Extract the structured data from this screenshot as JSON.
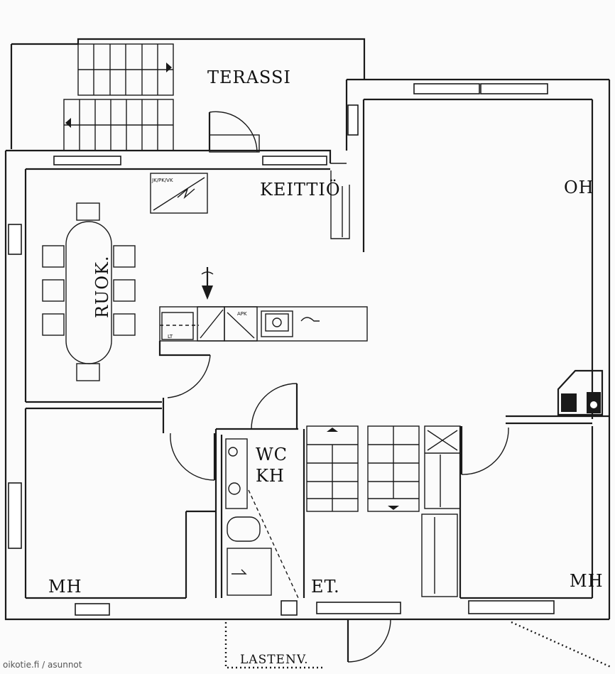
{
  "rooms": {
    "terassi": "TERASSI",
    "keittio": "KEITTIÖ",
    "oh": "OH",
    "ruok": "RUOK.",
    "wc_line1": "WC",
    "wc_line2": "KH",
    "mh_left": "MH",
    "mh_right": "MH",
    "et": "ET.",
    "lastenv": "LASTENV."
  },
  "appliance_labels": {
    "fridge": "JK/PK/VK",
    "dishwasher": "APK",
    "hob": "LT"
  },
  "watermark": "oikotie.fi / asunnot",
  "colors": {
    "line": "#1a1a1a",
    "paper": "#fbfbfb"
  }
}
